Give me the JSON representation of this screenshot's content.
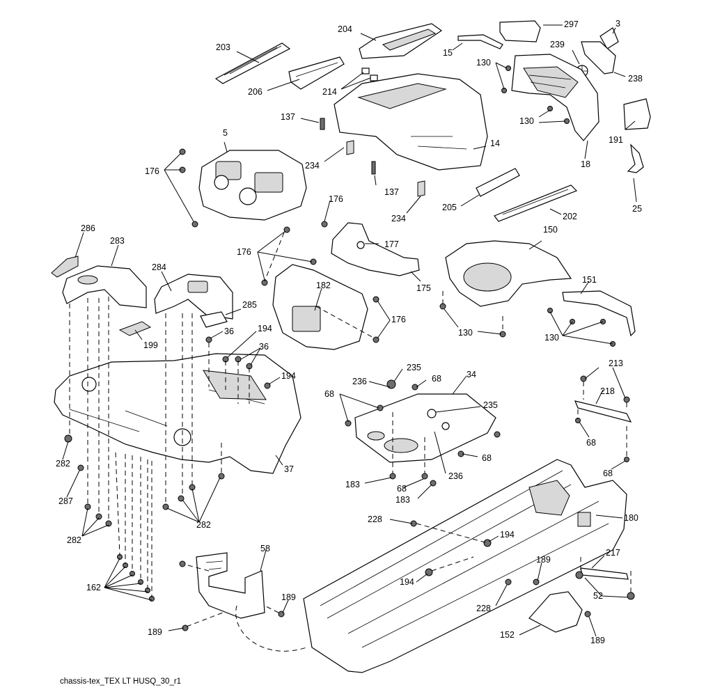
{
  "caption": "chassis-tex_TEX LT HUSQ_30_r1",
  "labels": {
    "l203": "203",
    "l204": "204",
    "l297": "297",
    "l3": "3",
    "l15": "15",
    "l239": "239",
    "l206": "206",
    "l214": "214",
    "l130a": "130",
    "l238": "238",
    "l137a": "137",
    "l130b": "130",
    "l5": "5",
    "l191": "191",
    "l14": "14",
    "l18": "18",
    "l176a": "176",
    "l234a": "234",
    "l176b": "176",
    "l137b": "137",
    "l205": "205",
    "l202": "202",
    "l25": "25",
    "l234b": "234",
    "l286": "286",
    "l283": "283",
    "l176c": "176",
    "l177": "177",
    "l150": "150",
    "l284": "284",
    "l175": "175",
    "l182": "182",
    "l151": "151",
    "l285": "285",
    "l176d": "176",
    "l130c": "130",
    "l130d": "130",
    "l199": "199",
    "l36a": "36",
    "l194a": "194",
    "l36b": "36",
    "l194b": "194",
    "l235a": "235",
    "l34": "34",
    "l236a": "236",
    "l68a": "68",
    "l68b": "68",
    "l235b": "235",
    "l213": "213",
    "l218": "218",
    "l68c": "68",
    "l68d": "68",
    "l282a": "282",
    "l37": "37",
    "l68e": "68",
    "l287": "287",
    "l236b": "236",
    "l183a": "183",
    "l68f": "68",
    "l183b": "183",
    "l282b": "282",
    "l282c": "282",
    "l228a": "228",
    "l180": "180",
    "l194c": "194",
    "l58": "58",
    "l217": "217",
    "l189a": "189",
    "l162": "162",
    "l194d": "194",
    "l189b": "189",
    "l52": "52",
    "l228b": "228",
    "l189c": "189",
    "l152": "152",
    "l189d": "189"
  }
}
